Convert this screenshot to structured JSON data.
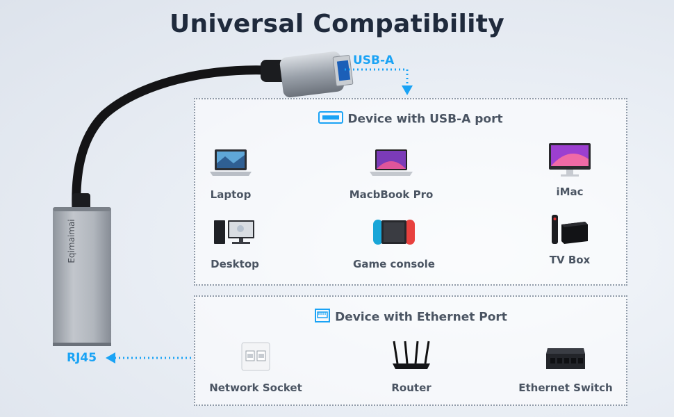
{
  "title": "Universal Compatibility",
  "adapter": {
    "brand": "Eqimaimai",
    "usb_label": "USB-A",
    "rj45_label": "RJ45"
  },
  "usb_section": {
    "heading": "Device with USB-A port",
    "devices": [
      {
        "label": "Laptop",
        "icon": "laptop-icon"
      },
      {
        "label": "MacbBook Pro",
        "icon": "macbook-icon"
      },
      {
        "label": "iMac",
        "icon": "imac-icon"
      },
      {
        "label": "Desktop",
        "icon": "desktop-icon"
      },
      {
        "label": "Game console",
        "icon": "game-console-icon"
      },
      {
        "label": "TV Box",
        "icon": "tv-box-icon"
      }
    ]
  },
  "ethernet_section": {
    "heading": "Device with  Ethernet Port",
    "devices": [
      {
        "label": "Network Socket",
        "icon": "network-socket-icon"
      },
      {
        "label": "Router",
        "icon": "router-icon"
      },
      {
        "label": "Ethernet Switch",
        "icon": "ethernet-switch-icon"
      }
    ]
  },
  "colors": {
    "accent": "#1aa3f5",
    "title": "#1f2a3c",
    "label": "#4a5462",
    "adapter_body": "#a9aeb6"
  }
}
